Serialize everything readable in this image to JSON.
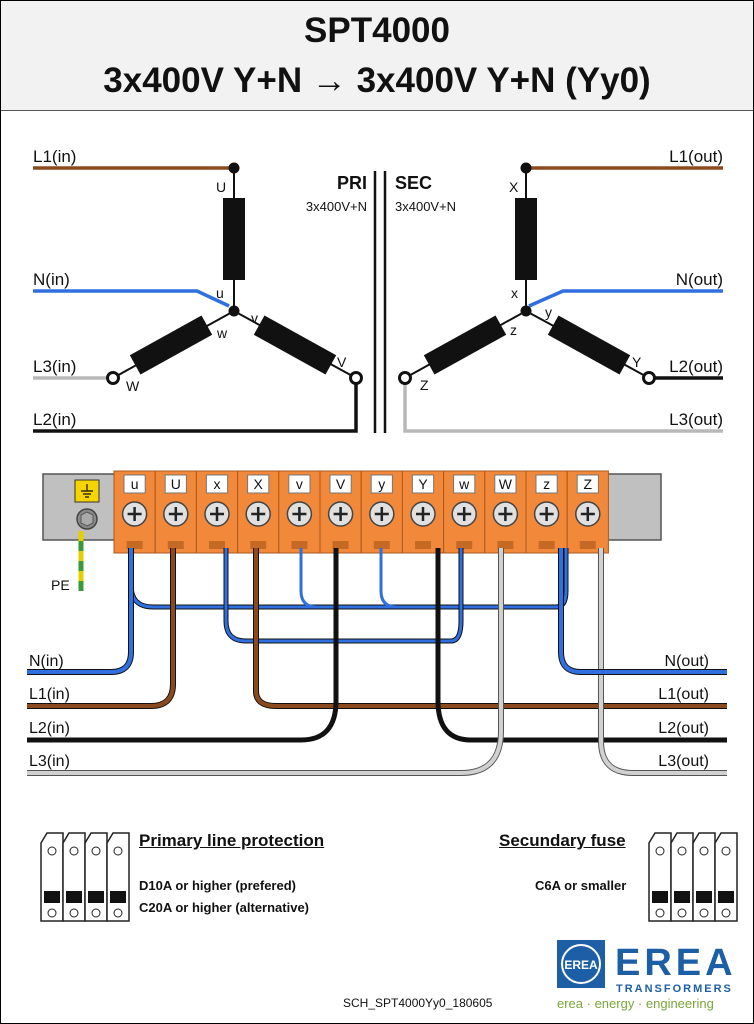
{
  "header": {
    "model": "SPT4000",
    "config_prefix": "3x400V Y+N",
    "arrow": "→",
    "config_suffix": "3x400V Y+N  (Yy0)"
  },
  "schematic": {
    "primary_title": "PRI",
    "primary_sub": "3x400V+N",
    "secondary_title": "SEC",
    "secondary_sub": "3x400V+N",
    "in_lines": [
      "L1(in)",
      "N(in)",
      "L3(in)",
      "L2(in)"
    ],
    "out_lines": [
      "L1(out)",
      "N(out)",
      "L2(out)",
      "L3(out)"
    ],
    "pri_terminals": [
      "U",
      "u",
      "v",
      "w",
      "W",
      "V"
    ],
    "sec_terminals": [
      "X",
      "x",
      "y",
      "z",
      "Z",
      "Y"
    ]
  },
  "terminal_block": {
    "labels": [
      "u",
      "U",
      "x",
      "X",
      "v",
      "V",
      "y",
      "Y",
      "w",
      "W",
      "z",
      "Z"
    ],
    "pe_label": "PE"
  },
  "wiring": {
    "left_labels": [
      "N(in)",
      "L1(in)",
      "L2(in)",
      "L3(in)"
    ],
    "right_labels": [
      "N(out)",
      "L1(out)",
      "L2(out)",
      "L3(out)"
    ]
  },
  "protection": {
    "primary_title": "Primary line protection",
    "primary_line1": "D10A or higher (prefered)",
    "primary_line2": "C20A or higher (alternative)",
    "secondary_title": "Secundary fuse",
    "secondary_line1": "C6A or smaller"
  },
  "footer": {
    "doc_code": "SCH_SPT4000Yy0_180605",
    "brand": "EREA",
    "brand_sub": "TRANSFORMERS",
    "tagline": "erea · energy · engineering",
    "logo_letters": "EREA"
  },
  "colors": {
    "brown": "#8b4a1e",
    "blue": "#2f6fe0",
    "black": "#111111",
    "grey": "#b8b8b8",
    "orange": "#f2883a",
    "brand_blue": "#1d5fa6",
    "brand_green": "#7aa63a"
  }
}
